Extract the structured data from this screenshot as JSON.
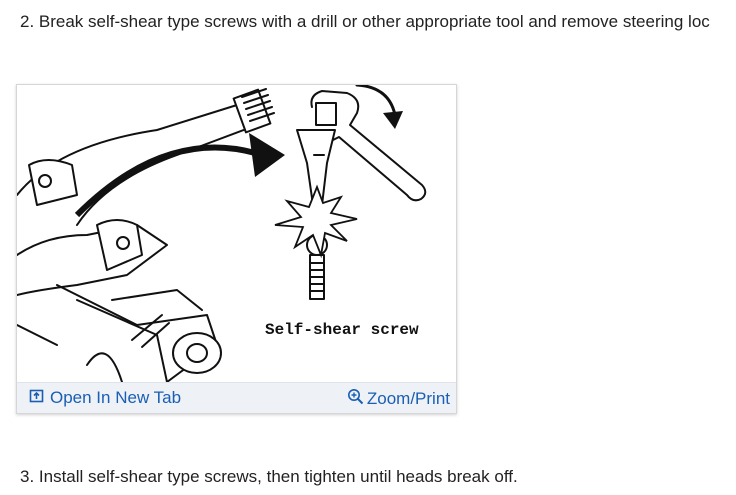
{
  "steps": {
    "step2": "2. Break self-shear type screws with a drill or other appropriate tool and remove steering loc",
    "step3": "3. Install self-shear type screws, then tighten until heads break off."
  },
  "figure": {
    "caption": "Self-shear screw",
    "open_label": "Open In New Tab",
    "zoom_label": "Zoom/Print",
    "link_color": "#1a5fb4",
    "bar_color": "#eef1f6"
  },
  "icons": {
    "open": "open-new-tab-icon",
    "zoom": "magnifier-plus-icon"
  }
}
